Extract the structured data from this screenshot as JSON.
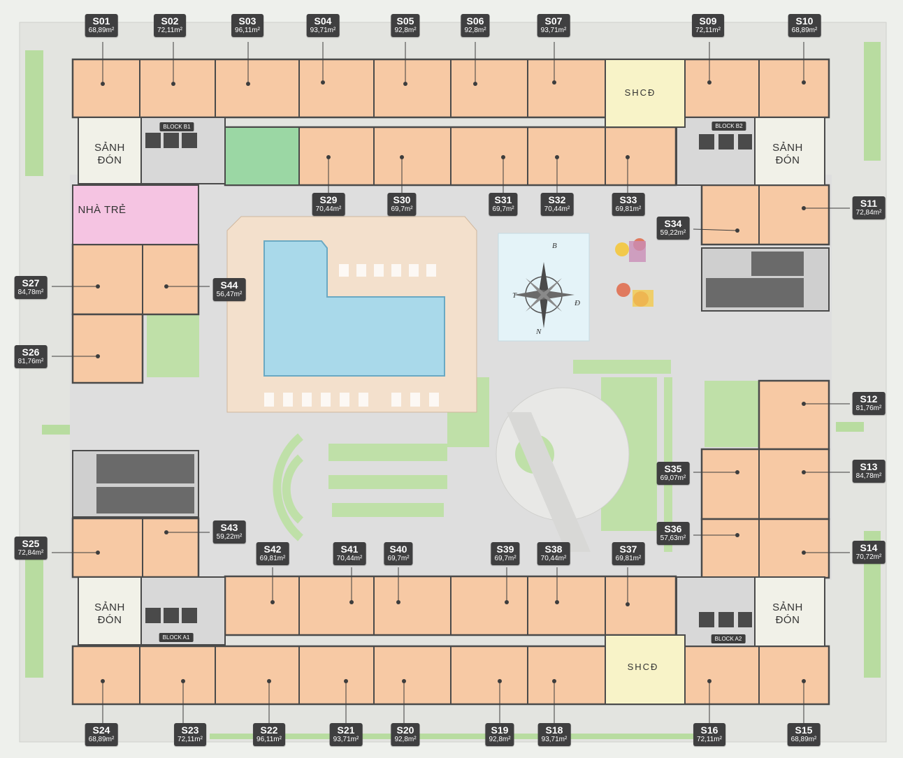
{
  "units": [
    {
      "code": "S01",
      "area": "68,89m²"
    },
    {
      "code": "S02",
      "area": "72,11m²"
    },
    {
      "code": "S03",
      "area": "96,11m²"
    },
    {
      "code": "S04",
      "area": "93,71m²"
    },
    {
      "code": "S05",
      "area": "92,8m²"
    },
    {
      "code": "S06",
      "area": "92,8m²"
    },
    {
      "code": "S07",
      "area": "93,71m²"
    },
    {
      "code": "S09",
      "area": "72,11m²"
    },
    {
      "code": "S10",
      "area": "68,89m²"
    },
    {
      "code": "S11",
      "area": "72,84m²"
    },
    {
      "code": "S12",
      "area": "81,76m²"
    },
    {
      "code": "S13",
      "area": "84,78m²"
    },
    {
      "code": "S14",
      "area": "70,72m²"
    },
    {
      "code": "S15",
      "area": "68,89m²"
    },
    {
      "code": "S16",
      "area": "72,11m²"
    },
    {
      "code": "S18",
      "area": "93,71m²"
    },
    {
      "code": "S19",
      "area": "92,8m²"
    },
    {
      "code": "S20",
      "area": "92,8m²"
    },
    {
      "code": "S21",
      "area": "93,71m²"
    },
    {
      "code": "S22",
      "area": "96,11m²"
    },
    {
      "code": "S23",
      "area": "72,11m²"
    },
    {
      "code": "S24",
      "area": "68,89m²"
    },
    {
      "code": "S25",
      "area": "72,84m²"
    },
    {
      "code": "S26",
      "area": "81,76m²"
    },
    {
      "code": "S27",
      "area": "84,78m²"
    },
    {
      "code": "S29",
      "area": "70,44m²"
    },
    {
      "code": "S30",
      "area": "69,7m²"
    },
    {
      "code": "S31",
      "area": "69,7m²"
    },
    {
      "code": "S32",
      "area": "70,44m²"
    },
    {
      "code": "S33",
      "area": "69,81m²"
    },
    {
      "code": "S34",
      "area": "59,22m²"
    },
    {
      "code": "S35",
      "area": "69,07m²"
    },
    {
      "code": "S36",
      "area": "57,63m²"
    },
    {
      "code": "S37",
      "area": "69,81m²"
    },
    {
      "code": "S38",
      "area": "70,44m²"
    },
    {
      "code": "S39",
      "area": "69,7m²"
    },
    {
      "code": "S40",
      "area": "69,7m²"
    },
    {
      "code": "S41",
      "area": "70,44m²"
    },
    {
      "code": "S42",
      "area": "69,81m²"
    },
    {
      "code": "S43",
      "area": "59,22m²"
    },
    {
      "code": "S44",
      "area": "56,47m²"
    }
  ],
  "rooms": {
    "lobby_line1": "SẢNH",
    "lobby_line2": "ĐÓN",
    "nursery": "NHÀ TRẺ",
    "community": "SHCĐ"
  },
  "blocks": {
    "b1": "BLOCK B1",
    "b2": "BLOCK B2",
    "a1": "BLOCK A1",
    "a2": "BLOCK A2"
  },
  "compass": {
    "north": "B",
    "south": "N",
    "east": "Đ",
    "west": "T"
  },
  "colors": {
    "apartment": "#f7c9a4",
    "wall": "#4a4a4a",
    "lobby": "#f1f1e8",
    "nursery": "#f5c4e2",
    "community": "#f8f3c8",
    "gym": "#9bd7a4",
    "pool": "#a9d9ea",
    "deck": "#f3e0cc",
    "lawn": "#b8dca0",
    "paving": "#dcdcdc",
    "label_bg": "#3f3f40"
  }
}
